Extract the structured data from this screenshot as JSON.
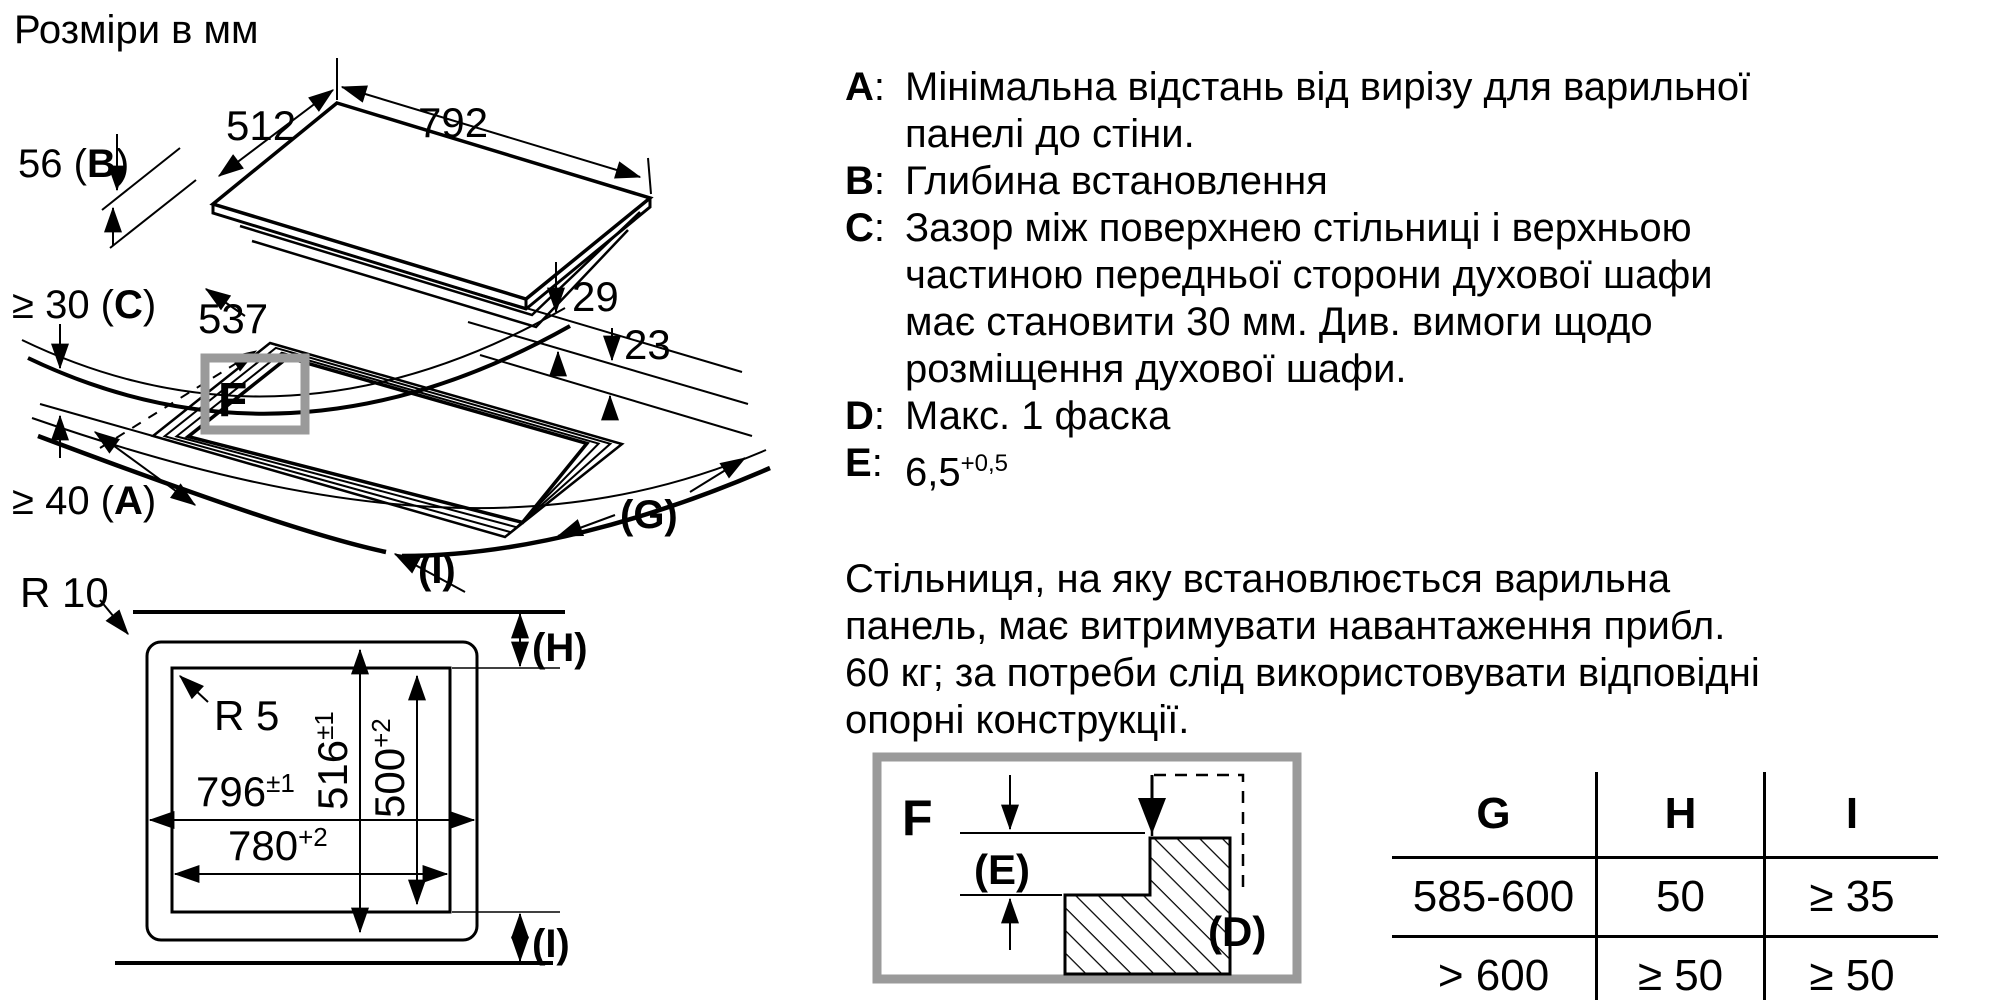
{
  "title": "Розміри в мм",
  "colors": {
    "box_gray": "#9a9a9a",
    "ink": "#000000"
  },
  "iso": {
    "d512": "512",
    "d792": "792",
    "d56": {
      "pre": "56 (",
      "letter": "B",
      "post": ")"
    },
    "d30": {
      "pre": "≥ 30 (",
      "letter": "C",
      "post": ")"
    },
    "d537": "537",
    "d29": "29",
    "d23": "23",
    "d40": {
      "pre": "≥ 40 (",
      "letter": "A",
      "post": ")"
    },
    "f": "F",
    "g": "(G)",
    "i": "(I)"
  },
  "cutout": {
    "r10": "R 10",
    "r5": "R 5",
    "d516": {
      "v": "516",
      "tol": "±1"
    },
    "d500": {
      "v": "500",
      "tol": "+2"
    },
    "d796": {
      "v": "796",
      "tol": "±1"
    },
    "d780": {
      "v": "780",
      "tol": "+2"
    },
    "h": "(H)",
    "i": "(I)"
  },
  "legend": {
    "colon": ":",
    "items": [
      {
        "key": "A",
        "lines": [
          "Мінімальна відстань від вирізу для варильної",
          "панелі до стіни."
        ]
      },
      {
        "key": "B",
        "lines": [
          "Глибина встановлення"
        ]
      },
      {
        "key": "C",
        "lines": [
          "Зазор між поверхнею стільниці і верхньою",
          "частиною передньої сторони духової шафи",
          "має становити 30 мм. Див. вимоги щодо",
          "розміщення духової шафи."
        ]
      },
      {
        "key": "D",
        "lines": [
          "Макс. 1 фаска"
        ]
      },
      {
        "key": "E",
        "value": "6,5",
        "sup": "+0,5"
      }
    ]
  },
  "note": {
    "lines": [
      "Стільниця, на яку встановлюється варильна",
      "панель, має витримувати навантаження прибл.",
      "60 кг; за потреби слід використовувати відповідні",
      "опорні конструкції."
    ]
  },
  "detail_f": {
    "f": "F",
    "e": "(E)",
    "d": "(D)"
  },
  "table": {
    "headers": [
      "G",
      "H",
      "I"
    ],
    "rows": [
      [
        "585-600",
        "50",
        "≥ 35"
      ],
      [
        "> 600",
        "≥ 50",
        "≥ 50"
      ]
    ]
  }
}
